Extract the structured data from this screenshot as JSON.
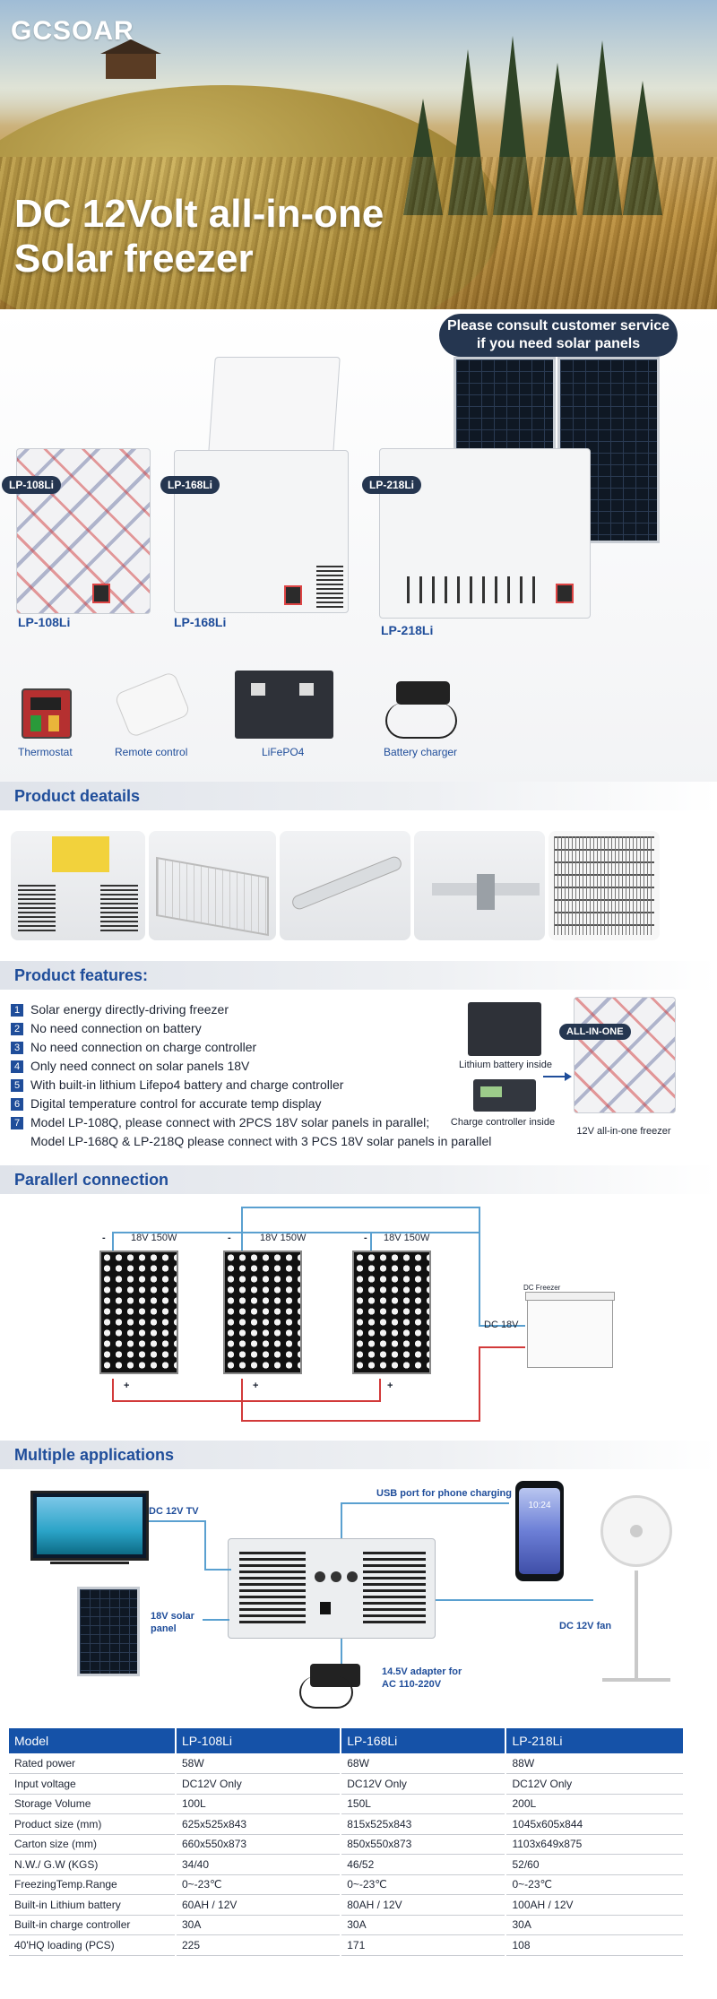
{
  "brand": {
    "logo": "GCSOAR"
  },
  "hero": {
    "title_line1": "DC 12Volt all-in-one",
    "title_line2": "Solar freezer"
  },
  "consult": {
    "line1": "Please consult customer service",
    "line2": "if you need solar panels"
  },
  "models": [
    {
      "tag": "LP-108Li",
      "label": "LP-108Li"
    },
    {
      "tag": "LP-168Li",
      "label": "LP-168Li"
    },
    {
      "tag": "LP-218Li",
      "label": "LP-218Li"
    }
  ],
  "accessories": [
    {
      "label": "Thermostat",
      "icon": "thermostat-icon"
    },
    {
      "label": "Remote control",
      "icon": "remote-control-icon"
    },
    {
      "label": "LiFePO4",
      "icon": "battery-icon"
    },
    {
      "label": "Battery charger",
      "icon": "charger-icon"
    }
  ],
  "sections": {
    "details": "Product deatails",
    "features": "Product features:",
    "parallel": "Parallerl connection",
    "applications": "Multiple applications"
  },
  "features": [
    {
      "num": "1",
      "text": "Solar energy directly-driving freezer"
    },
    {
      "num": "2",
      "text": "No need connection on battery"
    },
    {
      "num": "3",
      "text": "No need connection on charge controller"
    },
    {
      "num": "4",
      "text": "Only need connect on solar panels 18V"
    },
    {
      "num": "5",
      "text": "With built-in lithium Lifepo4 battery and charge controller"
    },
    {
      "num": "6",
      "text": "Digital temperature control for accurate temp display"
    },
    {
      "num": "7",
      "text": "Model LP-108Q, please connect with 2PCS 18V solar panels in parallel;"
    }
  ],
  "feature_continuation": "Model LP-168Q & LP-218Q please connect with 3 PCS 18V solar panels in parallel",
  "feature_images": {
    "battery": "Lithium battery inside",
    "controller": "Charge controller inside",
    "badge": "ALL-IN-ONE",
    "freezer": "12V all-in-one freezer"
  },
  "parallel": {
    "panel_label": "18V 150W",
    "minus": "-",
    "plus": "+",
    "dc": "DC 18V",
    "freezer": "DC Freezer"
  },
  "applications": {
    "tv": "DC 12V TV",
    "usb": "USB port for phone charging",
    "solar_line1": "18V solar",
    "solar_line2": "panel",
    "fan": "DC 12V fan",
    "adapter_line1": "14.5V adapter for",
    "adapter_line2": "AC 110-220V",
    "phone_time": "10:24"
  },
  "spec_table": {
    "headers": [
      "Model",
      "LP-108Li",
      "LP-168Li",
      "LP-218Li"
    ],
    "rows": [
      [
        "Rated power",
        "58W",
        "68W",
        "88W"
      ],
      [
        "Input voltage",
        "DC12V Only",
        "DC12V Only",
        "DC12V Only"
      ],
      [
        "Storage Volume",
        "100L",
        "150L",
        "200L"
      ],
      [
        "Product size (mm)",
        "625x525x843",
        "815x525x843",
        "1045x605x844"
      ],
      [
        "Carton size (mm)",
        "660x550x873",
        "850x550x873",
        "1103x649x875"
      ],
      [
        "N.W./ G.W (KGS)",
        "34/40",
        "46/52",
        "52/60"
      ],
      [
        "FreezingTemp.Range",
        "0~-23℃",
        "0~-23℃",
        "0~-23℃"
      ],
      [
        "Built-in Lithium battery",
        "60AH / 12V",
        "80AH / 12V",
        "100AH / 12V"
      ],
      [
        "Built-in charge controller",
        "30A",
        "30A",
        "30A"
      ],
      [
        "40'HQ loading (PCS)",
        "225",
        "171",
        "108"
      ]
    ]
  },
  "colors": {
    "accent": "#1f4d9a",
    "header_blue": "#1552a8",
    "navy_pill": "#253650",
    "wire_blue": "#5aa0d0",
    "wire_red": "#d23a3a"
  }
}
